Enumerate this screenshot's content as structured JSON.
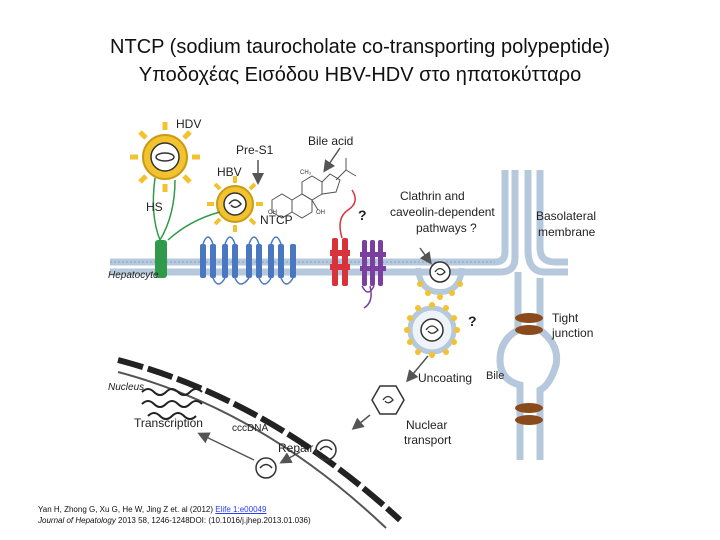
{
  "title": {
    "line1": "NTCP (sodium taurocholate co-transporting polypeptide)",
    "line2": "Υποδοχέας Εισόδου HBV-HDV στο ηπατοκύτταρο"
  },
  "labels": {
    "hdv": "HDV",
    "pre_s1": "Pre-S1",
    "bile_acid": "Bile acid",
    "hbv": "HBV",
    "hs": "HS",
    "ntcp": "NTCP",
    "question_top": "?",
    "clathrin_1": "Clathrin and",
    "clathrin_2": "caveolin-dependent",
    "clathrin_3": "pathways ?",
    "basolateral_1": "Basolateral",
    "basolateral_2": "membrane",
    "hepatocyte": "Hepatocyte",
    "question_mid": "?",
    "tight_1": "Tight",
    "tight_2": "junction",
    "nucleus": "Nucleus",
    "uncoating": "Uncoating",
    "bile": "Bile",
    "transcription": "Transcription",
    "cccdna": "cccDNA",
    "repair": "Repair",
    "nuclear_1": "Nuclear",
    "nuclear_2": "transport",
    "oh": "OH",
    "ch3": "CH₃"
  },
  "citation": {
    "line1_text": "Yan H, Zhong G, Xu G, He W, Jing Z et. al (2012) ",
    "line1_link": "Elife 1:e00049",
    "line2_journal": "Journal of Hepatology",
    "line2_text": " 2013 58, 1246-1248DOI: (10.1016/j.jhep.2013.01.036)"
  },
  "colors": {
    "virus_yellow": "#f2c32e",
    "ntcp_blue": "#4a78c0",
    "receptor_red": "#d8323a",
    "receptor_purple": "#7b3fa0",
    "hs_green": "#2e9a4a",
    "tight_junction": "#8b4a1c",
    "membrane": "#b5c8dc"
  }
}
